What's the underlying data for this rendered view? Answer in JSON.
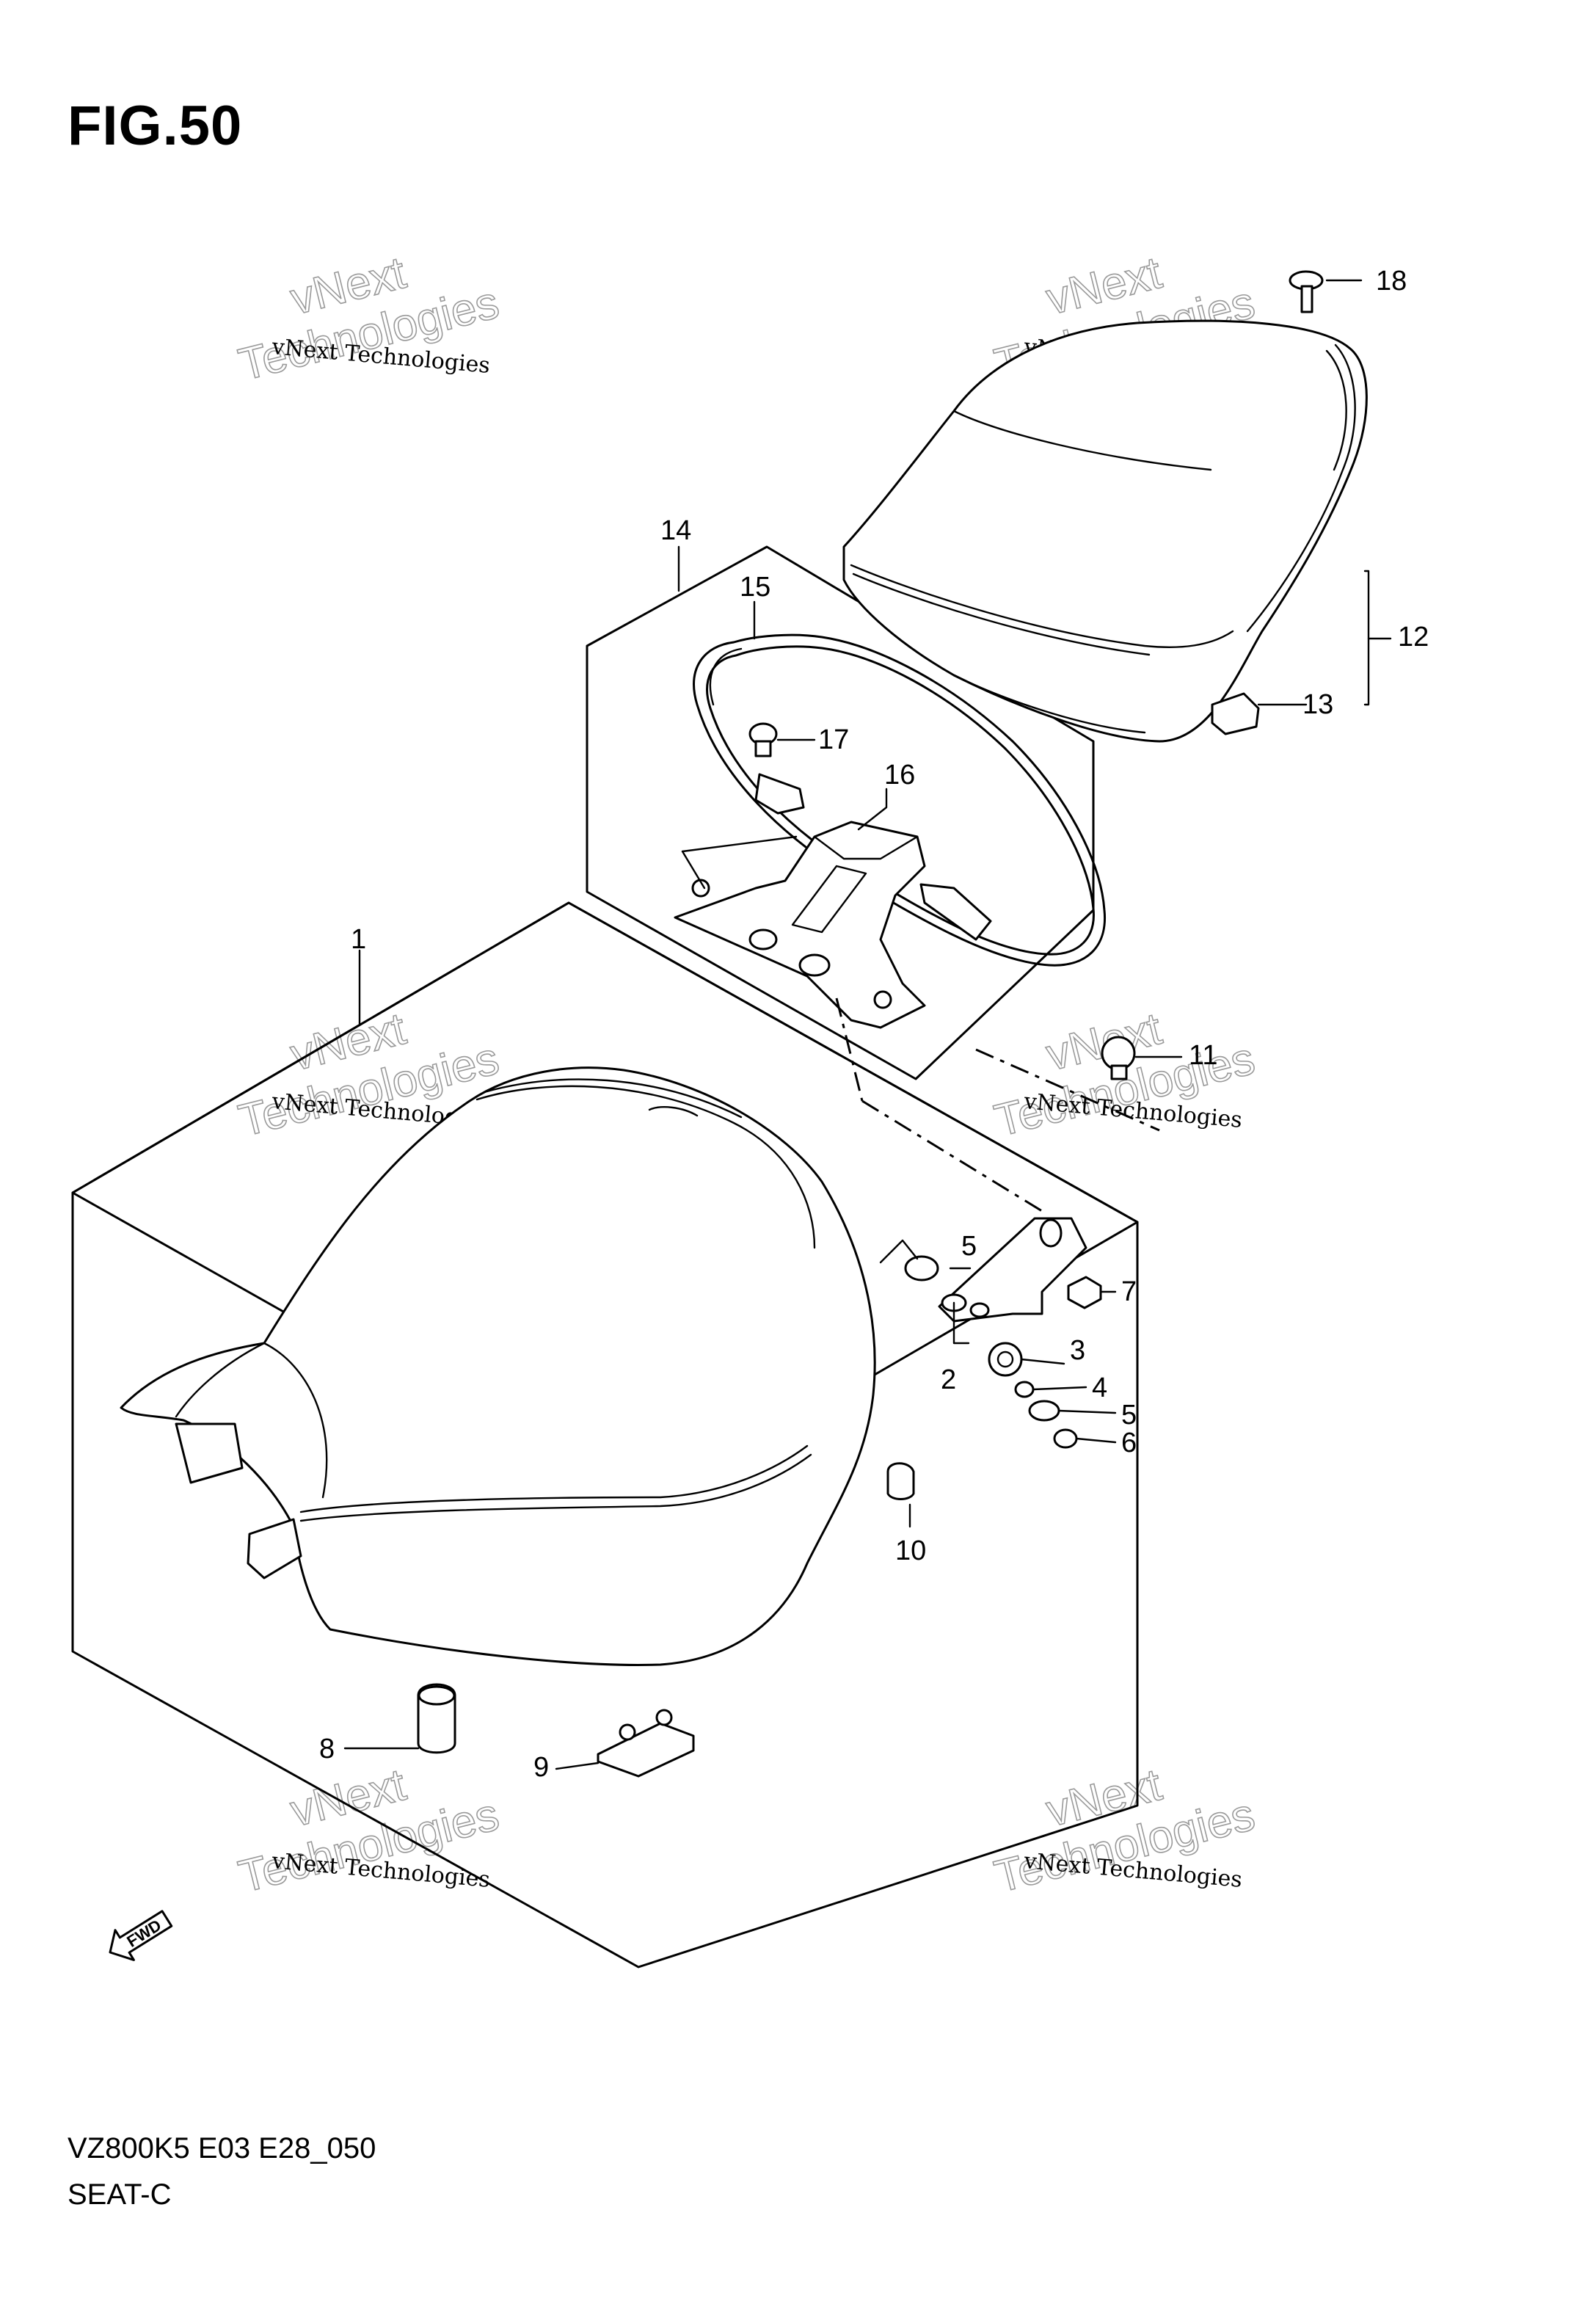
{
  "figure": {
    "title": "FIG.50"
  },
  "footer": {
    "code": "VZ800K5 E03 E28_050",
    "name": "SEAT-C"
  },
  "fwd_label": "FWD",
  "callouts": {
    "c1": "1",
    "c2": "2",
    "c3": "3",
    "c4": "4",
    "c5a": "5",
    "c5b": "5",
    "c6": "6",
    "c7": "7",
    "c8": "8",
    "c9": "9",
    "c10": "10",
    "c11": "11",
    "c12": "12",
    "c13": "13",
    "c14": "14",
    "c15": "15",
    "c16": "16",
    "c17": "17",
    "c18": "18"
  },
  "watermark": {
    "line_small": "vNext Technologies",
    "line_big_1": "vNext",
    "line_big_2": "Technologies"
  }
}
